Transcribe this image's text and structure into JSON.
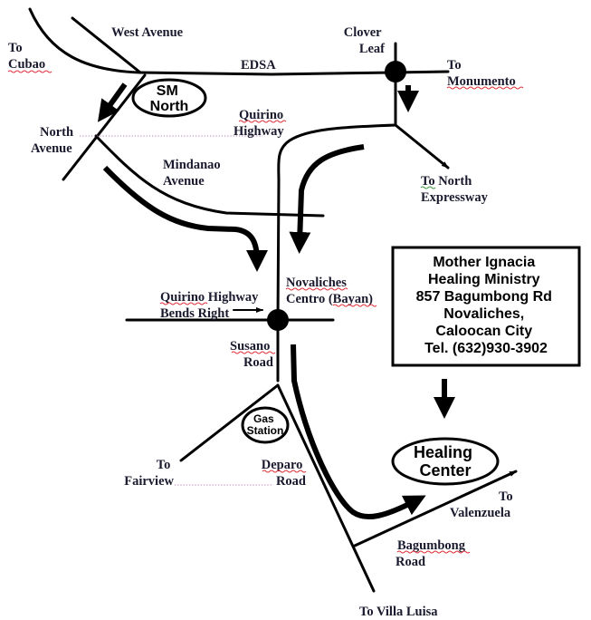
{
  "map": {
    "title": "Directions to Mother Ignacia Healing Ministry",
    "colors": {
      "ink": "#000000",
      "label_text": "#1a1a2e",
      "spell_underline": "#e0303a",
      "tab_leader": "#b07ab0"
    },
    "labels": {
      "to_cubao": [
        "To",
        "Cubao"
      ],
      "west_avenue": "West Avenue",
      "edsa": "EDSA",
      "clover_leaf": [
        "Clover",
        "Leaf"
      ],
      "to_monumento": [
        "To",
        "Monumento"
      ],
      "north_avenue": [
        "North",
        "Avenue"
      ],
      "quirino_highway": [
        "Quirino",
        "Highway"
      ],
      "mindanao_avenue": [
        "Mindanao",
        "Avenue"
      ],
      "to_north_expressway": [
        "To North",
        "Expressway"
      ],
      "novaliches_centro": [
        "Novaliches",
        "Centro (Bayan)"
      ],
      "quirino_bends_right": [
        "Quirino Highway",
        "Bends Right"
      ],
      "susano_road": [
        "Susano",
        "Road"
      ],
      "to_fairview": [
        "To",
        "Fairview"
      ],
      "deparo_road": [
        "Deparo",
        "Road"
      ],
      "to_valenzuela": [
        "To",
        "Valenzuela"
      ],
      "bagumbong_road": [
        "Bagumbong",
        "Road"
      ],
      "to_villa_luisa": "To Villa Luisa"
    },
    "landmarks": {
      "sm_north": [
        "SM",
        "North"
      ],
      "gas_station": [
        "Gas",
        "Station"
      ],
      "healing_center": [
        "Healing",
        "Center"
      ]
    },
    "info_box": {
      "lines": [
        "Mother Ignacia",
        "Healing Ministry",
        "857 Bagumbong Rd",
        "Novaliches,",
        "Caloocan City",
        "Tel. (632)930-3902"
      ]
    },
    "icons": {
      "intersection_marker": "filled-circle",
      "route_arrow": "thick-arrow"
    }
  }
}
